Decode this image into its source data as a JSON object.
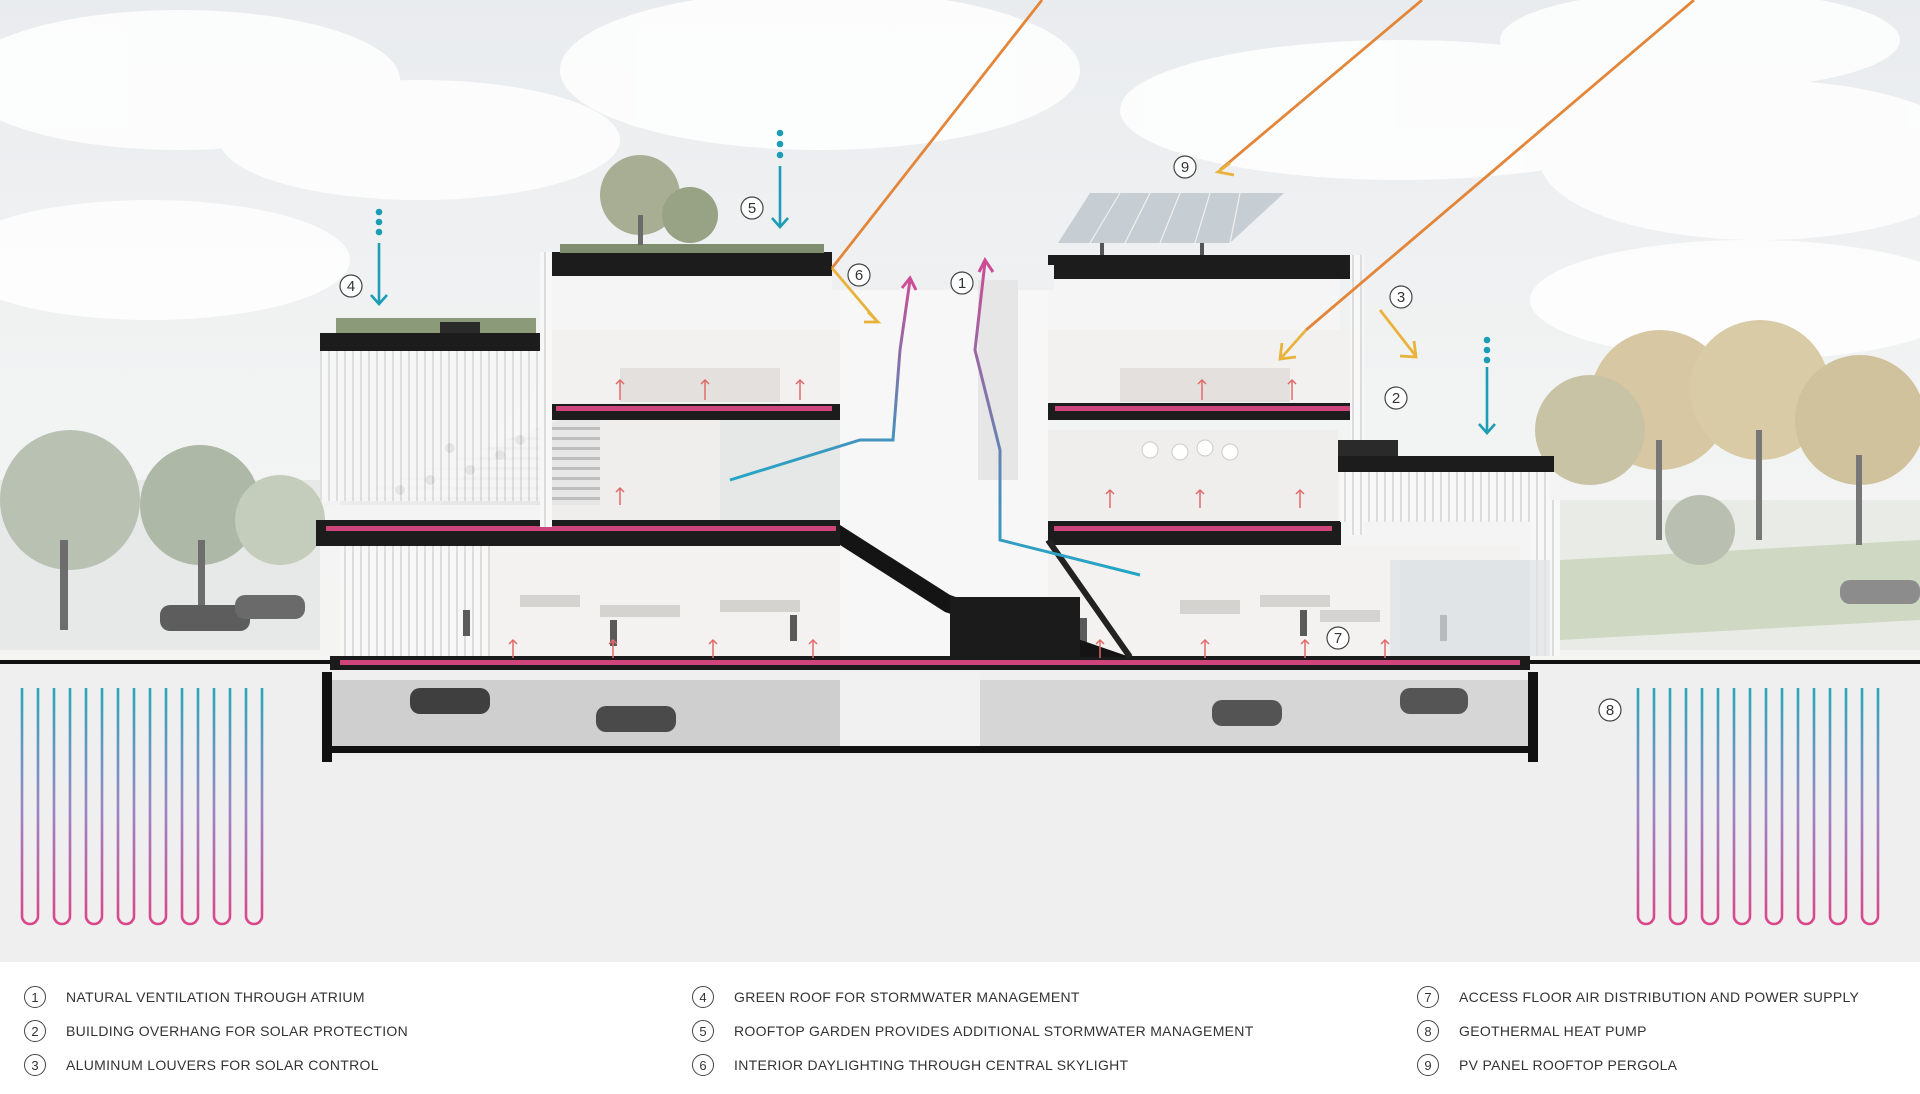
{
  "callouts": [
    {
      "num": "1",
      "label": "NATURAL VENTILATION THROUGH ATRIUM"
    },
    {
      "num": "2",
      "label": "BUILDING OVERHANG FOR SOLAR PROTECTION"
    },
    {
      "num": "3",
      "label": "ALUMINUM LOUVERS FOR SOLAR CONTROL"
    },
    {
      "num": "4",
      "label": "GREEN ROOF FOR STORMWATER MANAGEMENT"
    },
    {
      "num": "5",
      "label": "ROOFTOP GARDEN PROVIDES ADDITIONAL STORMWATER MANAGEMENT"
    },
    {
      "num": "6",
      "label": "INTERIOR DAYLIGHTING THROUGH CENTRAL SKYLIGHT"
    },
    {
      "num": "7",
      "label": "ACCESS FLOOR AIR DISTRIBUTION AND POWER SUPPLY"
    },
    {
      "num": "8",
      "label": "GEOTHERMAL HEAT PUMP"
    },
    {
      "num": "9",
      "label": "PV PANEL ROOFTOP PERGOLA"
    }
  ],
  "colors": {
    "water": "#1a9db5",
    "floor": "#d0447c",
    "sun_top": "#e0603a",
    "sun_bottom": "#e9b43c",
    "ventilation": "#c94c9a",
    "structure": "#1c1c1c"
  }
}
